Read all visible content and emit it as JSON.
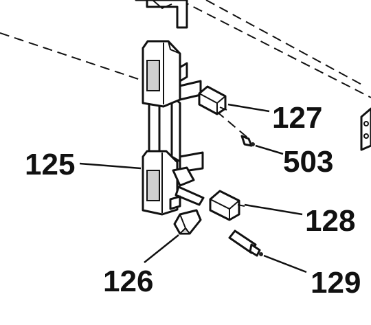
{
  "callouts": {
    "c125": "125",
    "c126": "126",
    "c127": "127",
    "c128": "128",
    "c129": "129",
    "c503": "503"
  },
  "colors": {
    "ink": "#111111",
    "paper": "#ffffff",
    "shade": "#cfcfcf"
  }
}
